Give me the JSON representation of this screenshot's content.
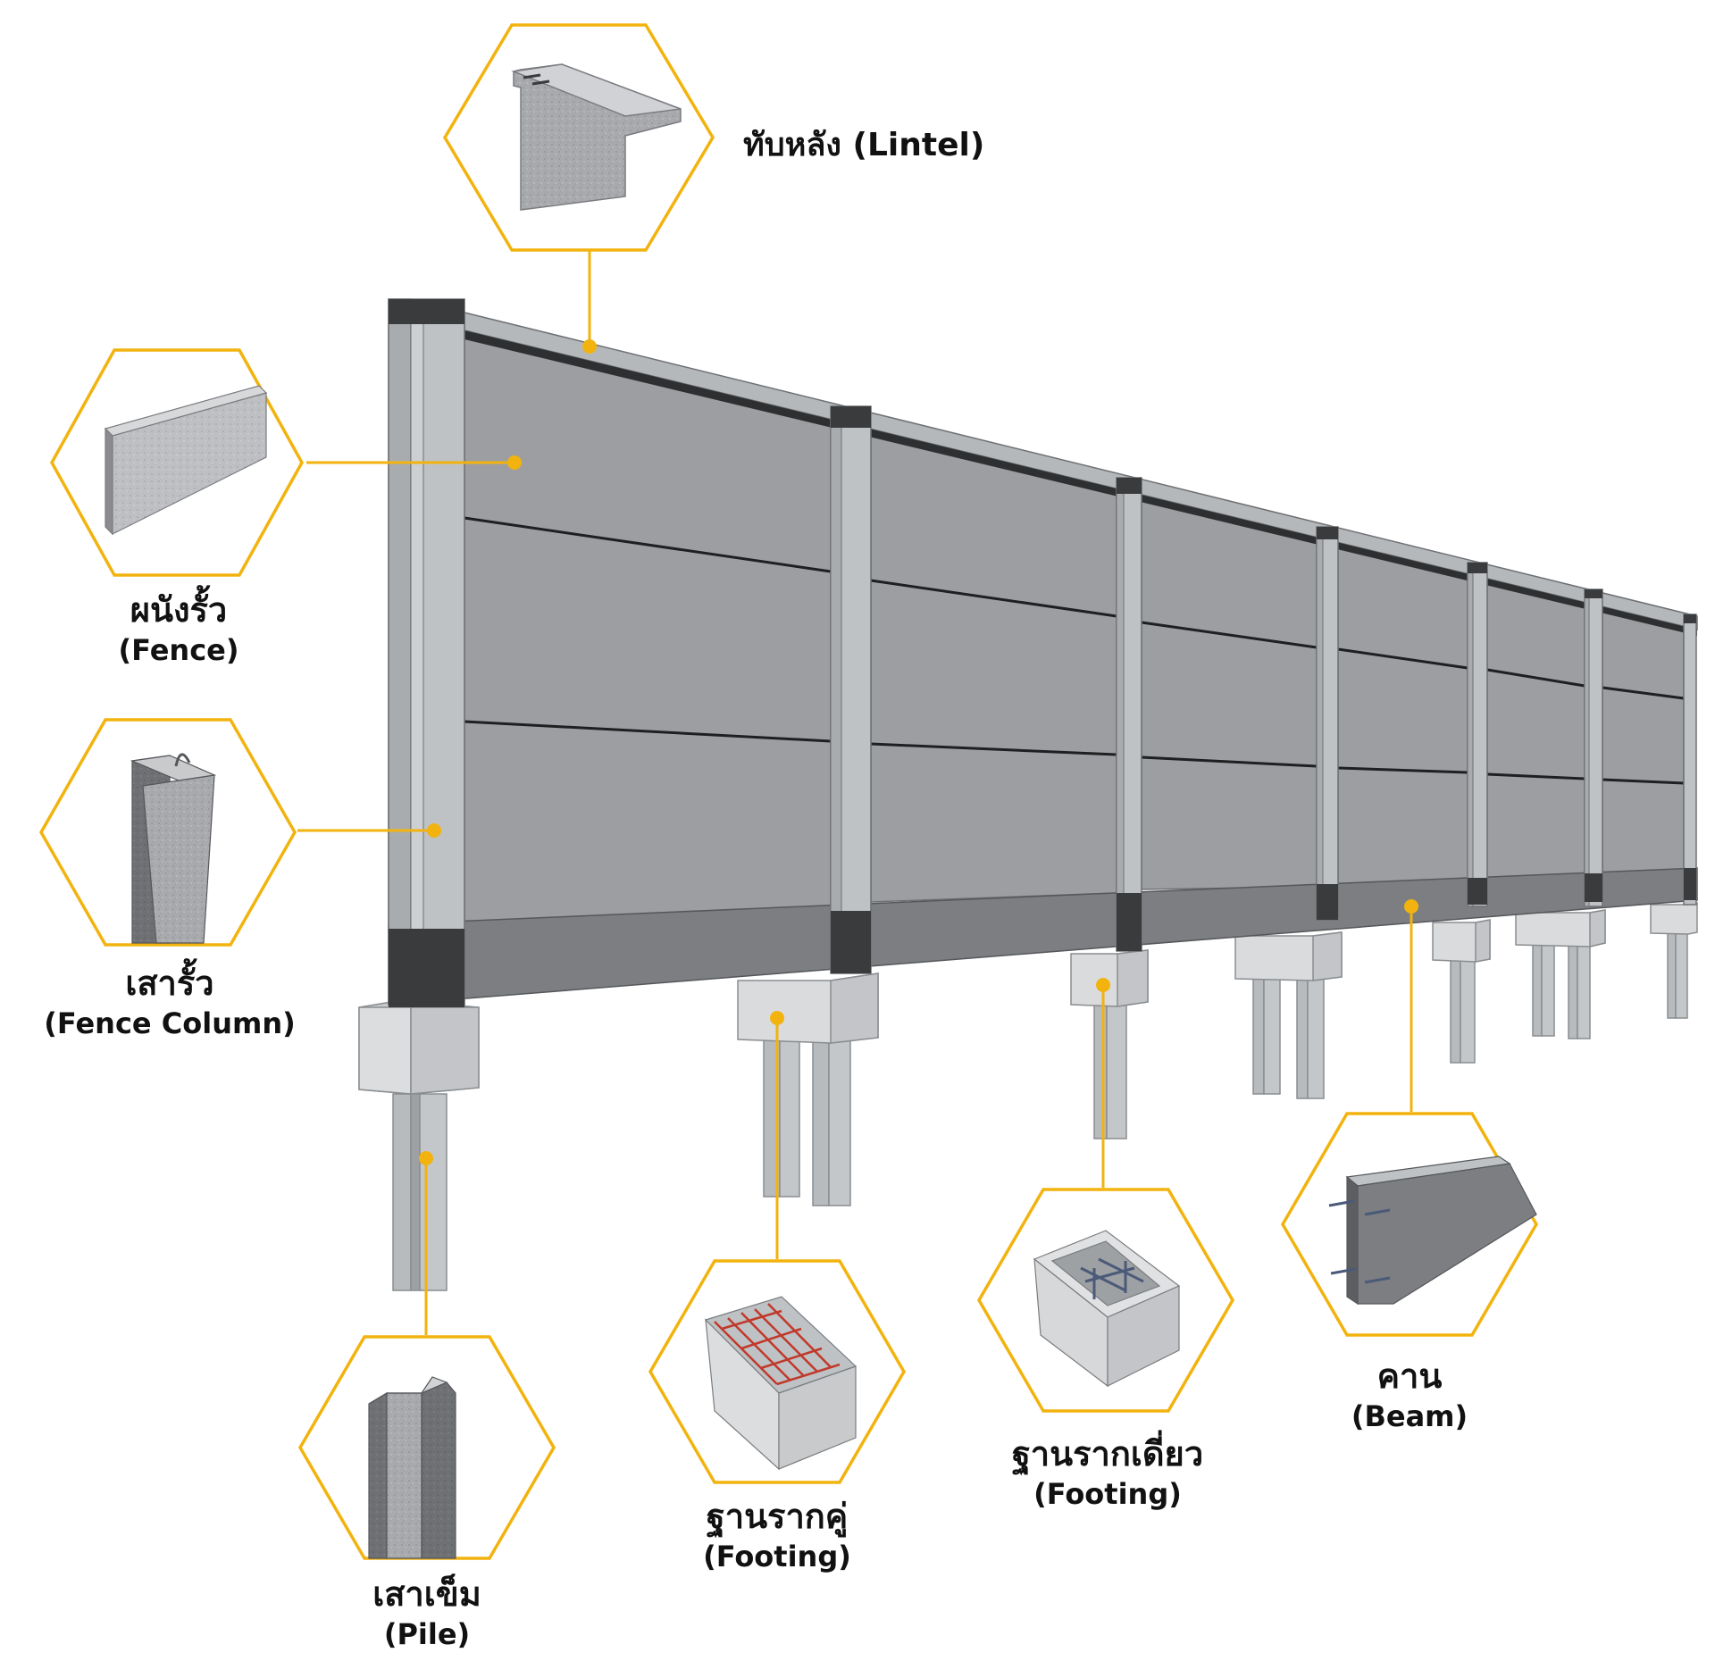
{
  "colors": {
    "accent": "#F2B30F",
    "panel": "#9C9EA1",
    "panel_dark": "#8F9194",
    "column": "#BFC2C5",
    "column_shadow": "#A9ACAF",
    "beam": "#7C7E81",
    "joint": "#3A3B3D",
    "footing_light": "#E5E6E7",
    "footing_side": "#C8CACC",
    "pile": "#B8BBBE"
  },
  "labels": {
    "lintel": {
      "th": "ทับหลัง",
      "en": "(Lintel)"
    },
    "fence": {
      "th": "ผนังรั้ว",
      "en": "(Fence)"
    },
    "fence_column": {
      "th": "เสารั้ว",
      "en": "(Fence Column)"
    },
    "pile": {
      "th": "เสาเข็ม",
      "en": "(Pile)"
    },
    "footing_double": {
      "th": "ฐานรากคู่",
      "en": "(Footing)"
    },
    "footing_single": {
      "th": "ฐานรากเดี่ยว",
      "en": "(Footing)"
    },
    "beam": {
      "th": "คาน",
      "en": "(Beam)"
    }
  },
  "icons": [
    "lintel-piece-icon",
    "fence-panel-icon",
    "fence-column-icon",
    "pile-icon",
    "double-footing-icon",
    "single-footing-icon",
    "beam-piece-icon"
  ]
}
